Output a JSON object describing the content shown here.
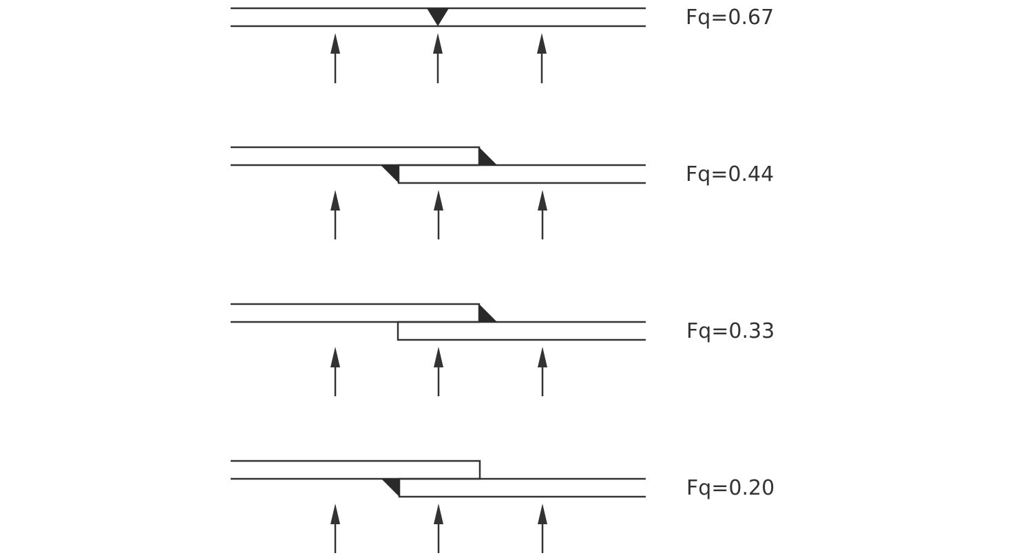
{
  "labels": {
    "panel_1": "Fq=0.67",
    "panel_2": "Fq=0.44",
    "panel_3": "Fq=0.33",
    "panel_4": "Fq=0.20"
  },
  "colors": {
    "stroke": "#333333",
    "weld": "#2a2a2a",
    "background": "#ffffff"
  }
}
